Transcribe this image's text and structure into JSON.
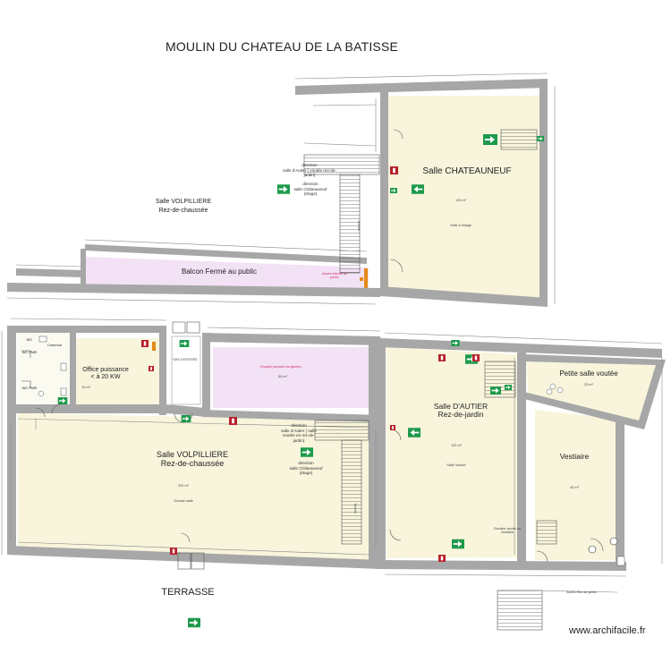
{
  "title": "MOULIN DU CHATEAU DE LA BATISSE",
  "rooms": {
    "chateauneuf": {
      "name": "Salle CHATEAUNEUF",
      "area": "120 m²",
      "note": "Salle à l'étage"
    },
    "volpilliere_upper": {
      "name": "Salle VOLPILLIERE",
      "level": "Rez-de-chaussée"
    },
    "balcon": {
      "name": "Balcon Fermé au public",
      "note": "Accès interdit au public"
    },
    "volpilliere": {
      "name": "Salle VOLPILLIERE",
      "level": "Rez-de-chaussée",
      "area": "220 m²",
      "note": "Grande salle"
    },
    "office": {
      "name": "Office puissance",
      "power": "< à 20 KW",
      "area": "15 m²"
    },
    "espace_pour": {
      "note": "Espace pouvant au garden",
      "area": "50 m²"
    },
    "dautier": {
      "name": "Salle D'AUTIER",
      "level": "Rez-de-jardin",
      "area": "120 m²",
      "note": "Salle Voutée"
    },
    "petite": {
      "name": "Petite salle voutée",
      "area": "20 m²"
    },
    "vestiaire": {
      "name": "Vestiaire",
      "area": "40 m²"
    },
    "terrasse": {
      "name": "TERRASSE"
    }
  },
  "wc": {
    "wc1": "WC PMR",
    "wc2": "WC PMR",
    "wc3": "WC",
    "comm": "Commun"
  },
  "sas": "SAS D'ENTREE",
  "access_note": "Accès Rez de jardin",
  "access_note2": "Escalier accès au vestiaire",
  "stairs_label": "Trémie",
  "directions": {
    "upper": [
      "direction",
      "salle d'Autier ( voutée rez-de-jardin)",
      "direction",
      "salle Châteauneuf (étage)"
    ],
    "lower": [
      "direction",
      "salle d'Autier ( salle voutée en rez-de-jardin)",
      "direction",
      "salle Châteauneuf (étage)"
    ]
  },
  "watermark": "www.archifacile.fr",
  "colors": {
    "wall": "#a7a7a7",
    "floor_yellow": "#f8f5dc",
    "balcony": "#f3e1f5",
    "exit_green": "#1e9a4c",
    "fire_red": "#b8202c",
    "accent_orange": "#e58a1b",
    "note_pink": "#d22a6a"
  },
  "icons": [
    "exit-sign-icon",
    "fire-extinguisher-icon",
    "stairs-icon",
    "door-icon",
    "toilet-icon"
  ]
}
